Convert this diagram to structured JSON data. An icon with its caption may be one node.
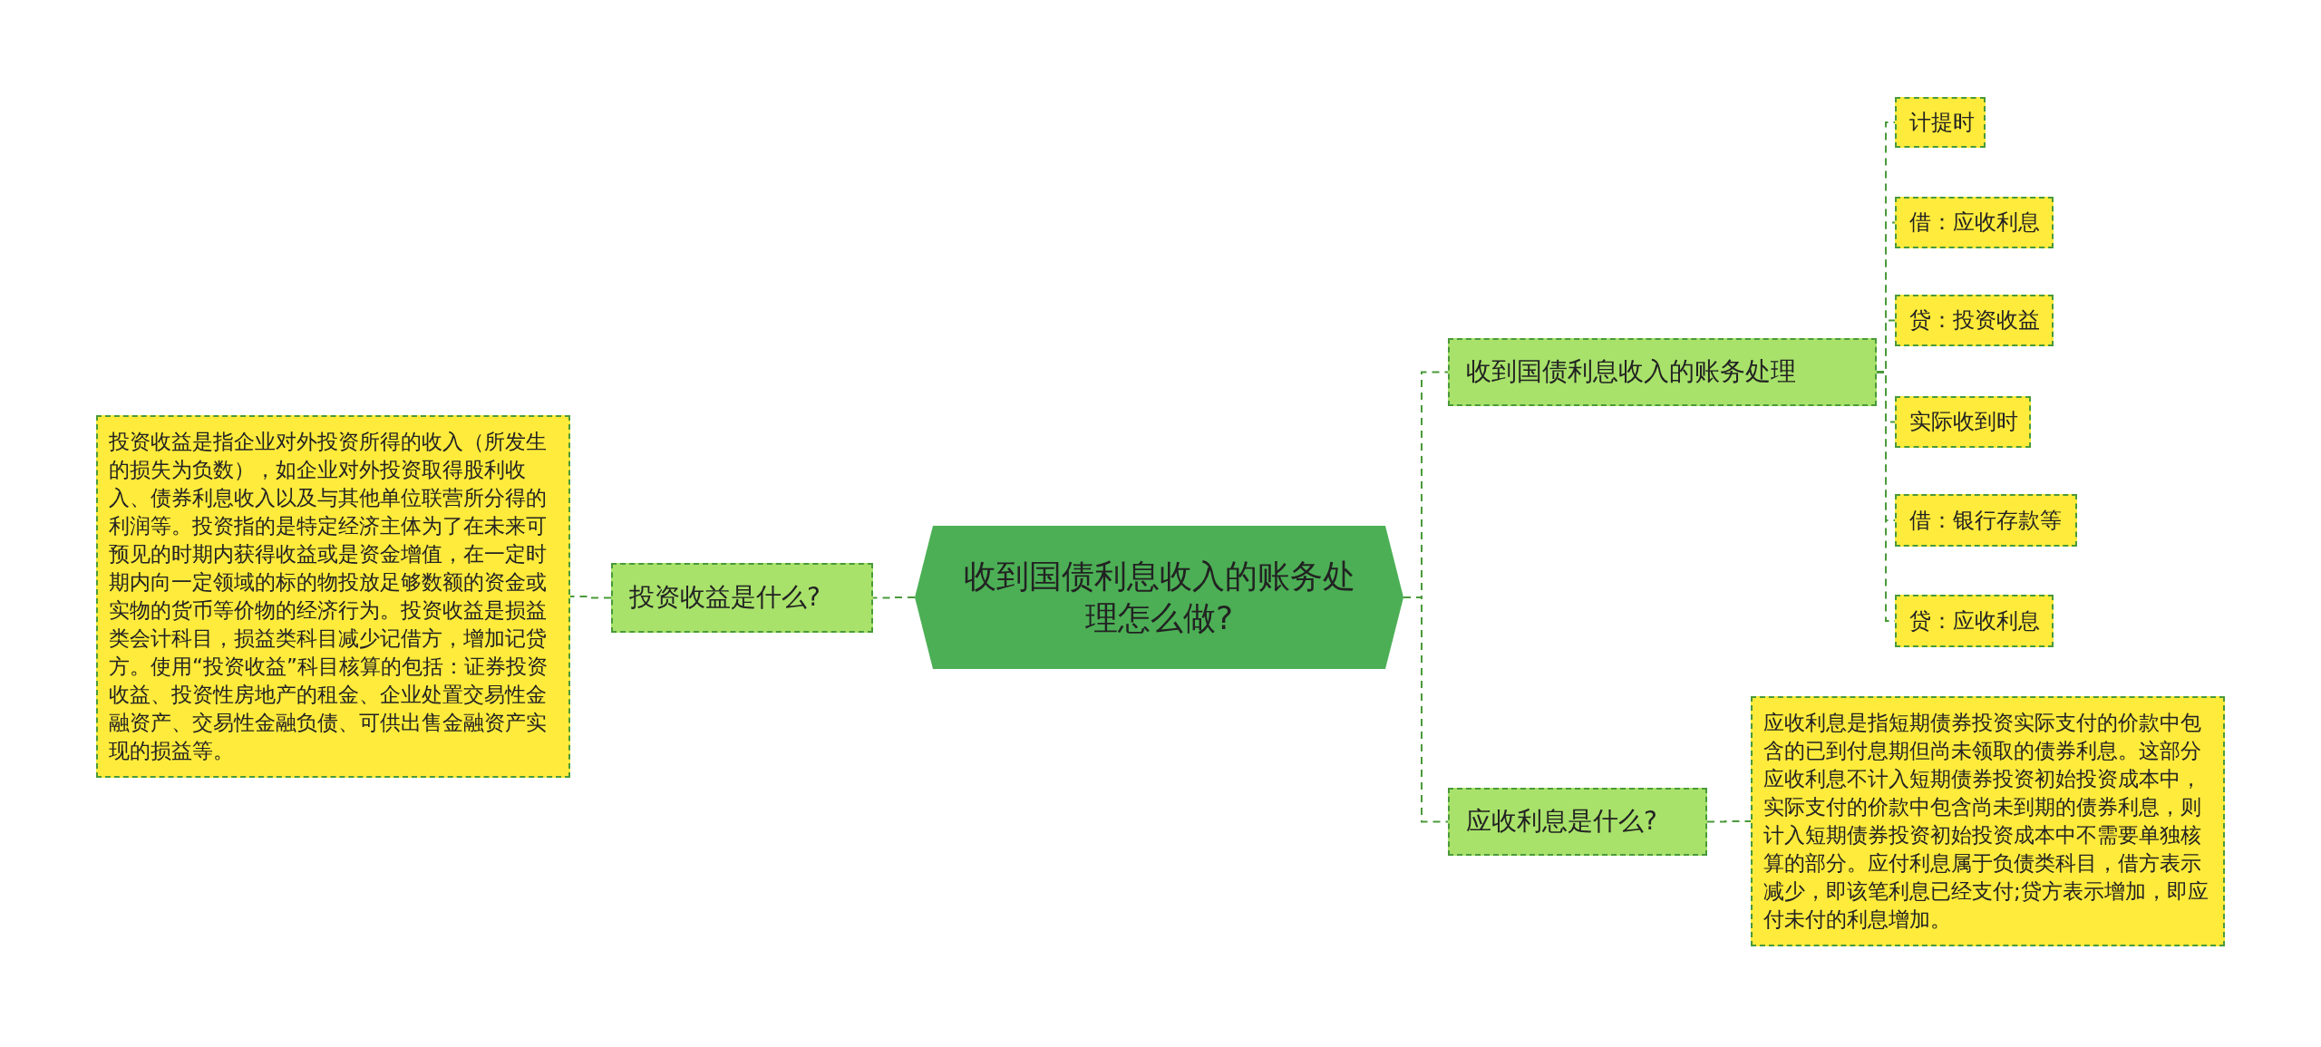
{
  "diagram": {
    "nodes": [
      {
        "text": [
          "收到国债利息收入的账务处理怎么做?"
        ]
      },
      {
        "text": [
          "投资收益是什么?"
        ]
      },
      {
        "text": [
          "投资收益是指企业对外投资所得的收入（所发生的损失为负数），如企业对外投资取得股利收入、债券利息收入以及与其他单位联营所分得的利润等。投资指的是特定经济主体为了在未来可预见的时期内获得收益或是资金增值，在一定时期内向一定领域的标的物投放足够数额的资金或实物的货币等价物的经济行为。投资收益是损益类会计科目，损益类科目减少记借方，增加记贷方。使用“投资收益”科目核算的包括：证券投资收益、投资性房地产的租金、企业处置交易性金融资产、交易性金融负债、可供出售金融资产实现的损益等。"
        ]
      },
      {
        "text": [
          "收到国债利息收入的账务处理"
        ]
      },
      {
        "text": [
          "计提时"
        ]
      },
      {
        "text": [
          "借：应收利息"
        ]
      },
      {
        "text": [
          "贷：投资收益"
        ]
      },
      {
        "text": [
          "实际收到时"
        ]
      },
      {
        "text": [
          "借：银行存款等"
        ]
      },
      {
        "text": [
          "贷：应收利息"
        ]
      },
      {
        "text": [
          "应收利息是什么?"
        ]
      },
      {
        "text": [
          "应收利息是指短期债券投资实际支付的价款中包含的已到付息期但尚未领取的债券利息。这部分应收利息不计入短期债券投资初始投资成本中，实际支付的价款中包含尚未到期的债券利息，则计入短期债券投资初始投资成本中不需要单独核算的部分。应付利息属于负债类科目，借方表示减少，即该笔利息已经支付;贷方表示增加，即应付未付的利息增加。"
        ]
      }
    ],
    "edges": [
      {
        "from": 0,
        "to": 1,
        "arrow": "none"
      },
      {
        "from": 1,
        "to": 2,
        "arrow": "none"
      },
      {
        "from": 0,
        "to": 3,
        "arrow": "none"
      },
      {
        "from": 3,
        "to": 4,
        "arrow": "none"
      },
      {
        "from": 3,
        "to": 5,
        "arrow": "none"
      },
      {
        "from": 3,
        "to": 6,
        "arrow": "none"
      },
      {
        "from": 3,
        "to": 7,
        "arrow": "none"
      },
      {
        "from": 3,
        "to": 8,
        "arrow": "none"
      },
      {
        "from": 3,
        "to": 9,
        "arrow": "none"
      },
      {
        "from": 0,
        "to": 10,
        "arrow": "none"
      },
      {
        "from": 10,
        "to": 11,
        "arrow": "none"
      }
    ]
  }
}
